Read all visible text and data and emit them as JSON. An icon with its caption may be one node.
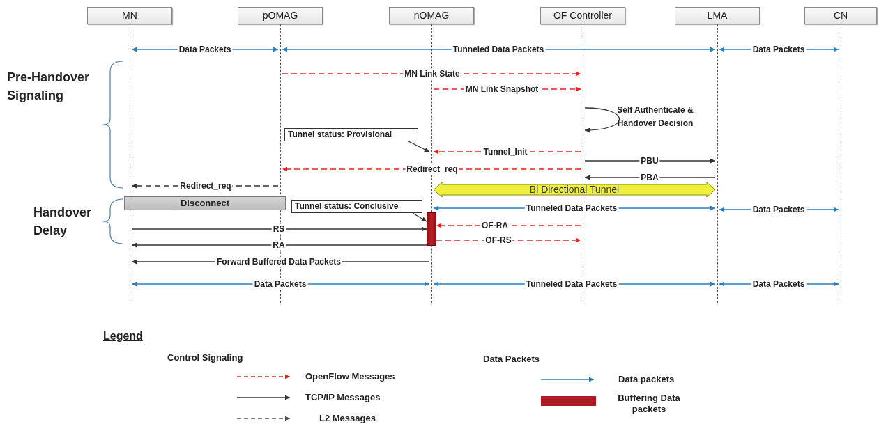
{
  "diagram": {
    "nodes": [
      {
        "text": [
          "MN"
        ]
      },
      {
        "text": [
          "pOMAG"
        ]
      },
      {
        "text": [
          "nOMAG"
        ]
      },
      {
        "text": [
          "OF Controller"
        ]
      },
      {
        "text": [
          "LMA"
        ]
      },
      {
        "text": [
          "CN"
        ]
      },
      {
        "text": [],
        "shape": "line"
      },
      {
        "text": [],
        "shape": "line"
      },
      {
        "text": [],
        "shape": "line"
      },
      {
        "text": [],
        "shape": "line"
      },
      {
        "text": [],
        "shape": "line"
      },
      {
        "text": [],
        "shape": "line"
      },
      {
        "text": [
          "Tunnel status: Provisional"
        ]
      },
      {
        "text": [
          "Bi Directional Tunnel"
        ]
      },
      {
        "text": [
          "Disconnect"
        ]
      },
      {
        "text": [
          "Tunnel status: Conclusive"
        ]
      },
      {
        "text": [],
        "shape": "bar"
      }
    ],
    "edges": [
      {
        "from": 6,
        "to": 7,
        "arrow": "both",
        "label": "Data Packets",
        "color": "#2a7fc1"
      },
      {
        "from": 7,
        "to": 10,
        "arrow": "both",
        "label": "Tunneled Data Packets",
        "color": "#2a7fc1"
      },
      {
        "from": 10,
        "to": 11,
        "arrow": "both",
        "label": "Data Packets",
        "color": "#2a7fc1"
      },
      {
        "from": 7,
        "to": 9,
        "arrow": "to",
        "label": "MN Link State",
        "style": "dashed",
        "color": "#e52521"
      },
      {
        "from": 8,
        "to": 9,
        "arrow": "to",
        "label": "MN Link Snapshot",
        "style": "dashed",
        "color": "#e52521"
      },
      {
        "from": 9,
        "to": 9,
        "arrow": "to",
        "label": "Self Authenticate & Handover Decision"
      },
      {
        "from": 12,
        "to": 8,
        "arrow": "to"
      },
      {
        "from": 9,
        "to": 8,
        "arrow": "to",
        "label": "Tunnel_Init",
        "style": "dashed",
        "color": "#e52521"
      },
      {
        "from": 9,
        "to": 10,
        "arrow": "to",
        "label": "PBU"
      },
      {
        "from": 9,
        "to": 7,
        "arrow": "to",
        "label": "Redirect_req",
        "style": "dashed",
        "color": "#e52521"
      },
      {
        "from": 10,
        "to": 9,
        "arrow": "to",
        "label": "PBA"
      },
      {
        "from": 7,
        "to": 6,
        "arrow": "to",
        "label": "Redirect_req",
        "style": "dashed"
      },
      {
        "from": 8,
        "to": 10,
        "arrow": "both",
        "label": "Tunneled Data Packets",
        "color": "#2a7fc1"
      },
      {
        "from": 10,
        "to": 11,
        "arrow": "both",
        "label": "Data Packets",
        "color": "#2a7fc1"
      },
      {
        "from": 15,
        "to": 16,
        "arrow": "to"
      },
      {
        "from": 9,
        "to": 16,
        "arrow": "to",
        "label": "OF-RA",
        "style": "dashed",
        "color": "#e52521"
      },
      {
        "from": 6,
        "to": 16,
        "arrow": "to",
        "label": "RS"
      },
      {
        "from": 16,
        "to": 9,
        "arrow": "to",
        "label": "OF-RS",
        "style": "dashed",
        "color": "#e52521"
      },
      {
        "from": 16,
        "to": 6,
        "arrow": "to",
        "label": "RA"
      },
      {
        "from": 8,
        "to": 6,
        "arrow": "to",
        "label": "Forward Buffered Data Packets"
      },
      {
        "from": 6,
        "to": 8,
        "arrow": "both",
        "label": "Data Packets",
        "color": "#2a7fc1"
      },
      {
        "from": 8,
        "to": 10,
        "arrow": "both",
        "label": "Tunneled Data Packets",
        "color": "#2a7fc1"
      },
      {
        "from": 10,
        "to": 11,
        "arrow": "both",
        "label": "Data Packets",
        "color": "#2a7fc1"
      }
    ],
    "labels": [
      "Pre-Handover Signaling",
      "Handover Delay",
      "Legend",
      "Control Signaling",
      "Data Packets"
    ],
    "legend": [
      {
        "text": "OpenFlow Messages"
      },
      {
        "text": "TCP/IP Messages"
      },
      {
        "text": "L2 Messages"
      },
      {
        "text": "Data packets"
      },
      {
        "text": "Buffering Data packets",
        "color": "#b01c24"
      }
    ]
  }
}
